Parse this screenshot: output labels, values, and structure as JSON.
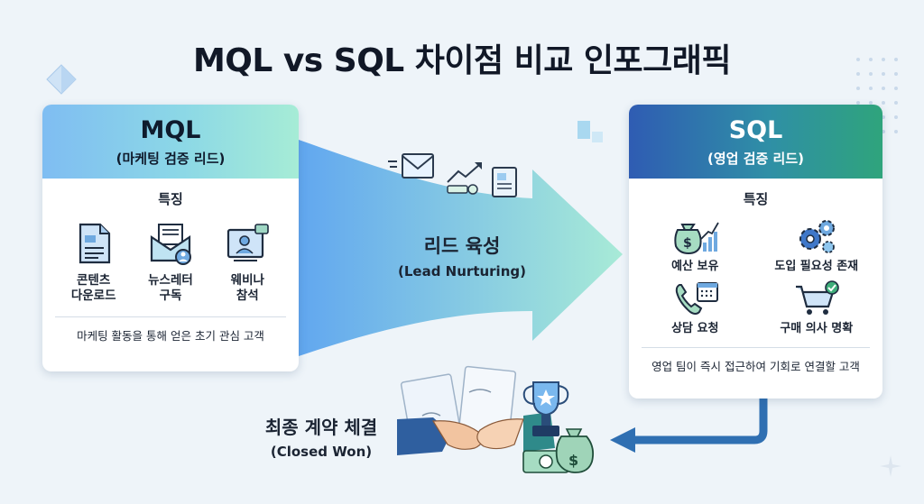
{
  "title": "MQL vs SQL 차이점 비교 인포그래픽",
  "colors": {
    "mql_gradient_start": "#7fbdf2",
    "mql_gradient_end": "#a6ecd6",
    "sql_gradient_start": "#2f5cb3",
    "sql_gradient_end": "#2fa47c",
    "arrow_start": "#5aa3ef",
    "arrow_end": "#a4ead5",
    "return_arrow": "#2f6fb2"
  },
  "mql": {
    "title": "MQL",
    "subtitle": "(마케팅 검증 리드)",
    "features_heading": "특징",
    "features": [
      {
        "icon": "document-icon",
        "label_line1": "콘텐츠",
        "label_line2": "다운로드"
      },
      {
        "icon": "newsletter-icon",
        "label_line1": "뉴스레터",
        "label_line2": "구독"
      },
      {
        "icon": "webinar-icon",
        "label_line1": "웨비나",
        "label_line2": "참석"
      }
    ],
    "description": "마케팅 활동을 통해 얻은 초기 관심 고객"
  },
  "sql": {
    "title": "SQL",
    "subtitle": "(영업 검증 리드)",
    "features_heading": "특징",
    "features": [
      {
        "icon": "money-bag-chart-icon",
        "label": "예산 보유"
      },
      {
        "icon": "gears-icon",
        "label": "도입 필요성 존재"
      },
      {
        "icon": "phone-calendar-icon",
        "label": "상담 요청"
      },
      {
        "icon": "shopping-cart-icon",
        "label": "구매 의사 명확"
      }
    ],
    "description": "영업 팀이 즉시 접근하여 기회로 연결할 고객"
  },
  "nurture": {
    "label_ko": "리드 육성",
    "label_en": "(Lead Nurturing)"
  },
  "closed": {
    "label_ko": "최종 계약 체결",
    "label_en": "(Closed Won)"
  }
}
